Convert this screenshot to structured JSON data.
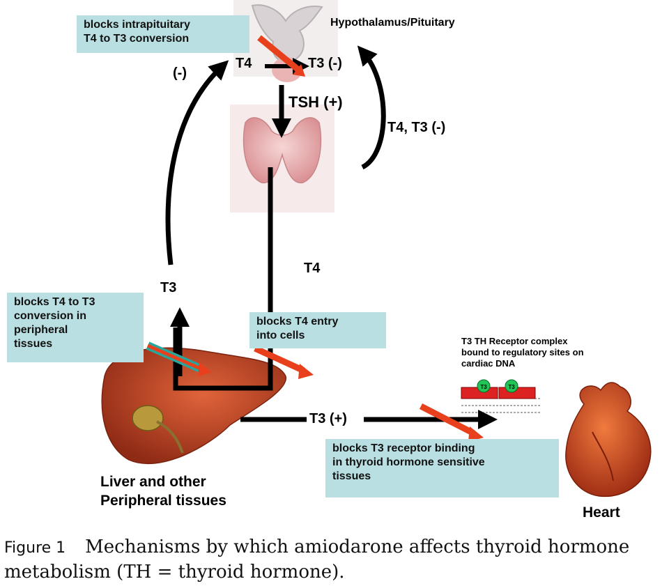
{
  "callouts": {
    "intrapituitary": "blocks intrapituitary\nT4 to T3 conversion",
    "peripheral": "blocks T4 to T3\nconversion in\nperipheral\ntissues",
    "entry": "blocks T4 entry\ninto cells",
    "receptor": "blocks T3 receptor binding\nin thyroid hormone sensitive\ntissues"
  },
  "labels": {
    "hypothalamus": "Hypothalamus/Pituitary",
    "t4_top": "T4",
    "t3_top": "T3 (-)",
    "minus_left": "(-)",
    "tsh": "TSH (+)",
    "t4_t3_feedback": "T4, T3 (-)",
    "t4_mid": "T4",
    "t3_left": "T3",
    "t3_plus": "T3 (+)",
    "receptor_complex": "T3 TH Receptor complex\nbound to regulatory sites on\ncardiac DNA",
    "t3_chip_1": "T3",
    "t3_chip_2": "T3",
    "liver": "Liver and other\nPeripheral tissues",
    "heart": "Heart"
  },
  "caption": {
    "figure": "Figure 1",
    "text": "Mechanisms by which amiodarone affects thyroid hormone metabolism (TH = thyroid hormone)."
  },
  "colors": {
    "callout_bg": "#b9dfe2",
    "arrow_black": "#000000",
    "block_red": "#e8401c",
    "thyroid_pink": "#eab4b4",
    "liver_red": "#b2391f",
    "heart_red": "#c2401c",
    "teal": "#2aa59b"
  }
}
